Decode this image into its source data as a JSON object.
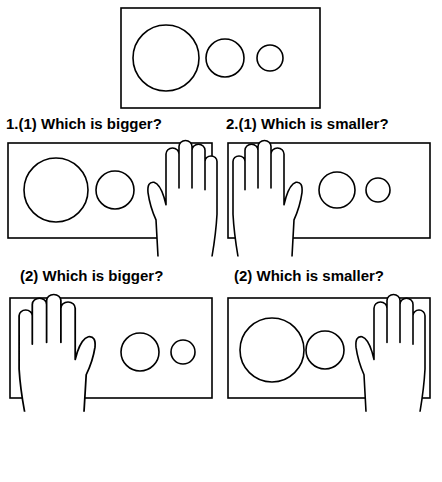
{
  "diagram": {
    "nodes": [
      {
        "text": [
          "1.(1) Which is bigger?"
        ]
      },
      {
        "text": [
          "2.(1) Which is smaller?"
        ]
      },
      {
        "text": [
          "(2) Which is bigger?"
        ]
      },
      {
        "text": [
          "(2) Which is smaller?"
        ]
      }
    ]
  }
}
